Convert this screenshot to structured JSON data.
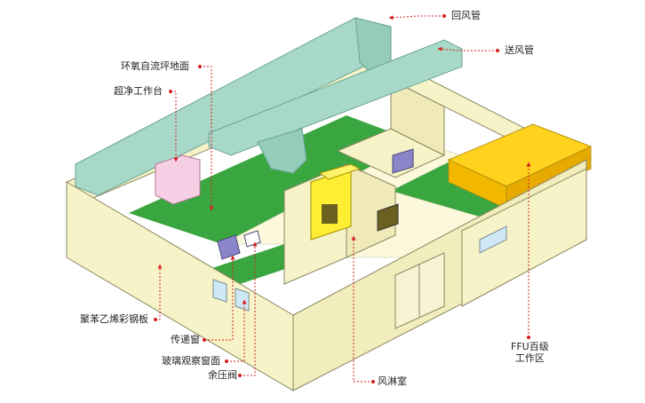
{
  "labels": {
    "return_duct": "回风管",
    "supply_duct": "送风管",
    "epoxy_floor": "环氧自流坪地面",
    "clean_bench": "超净工作台",
    "wall_panel": "聚苯乙烯彩钢板",
    "pass_box": "传递窗",
    "glass_window": "玻璃观察窗面",
    "pressure_valve": "余压阀",
    "air_shower": "风淋室",
    "ffu_area": "FFU百级\n工作区"
  },
  "colors": {
    "wall": "#f6f3c8",
    "wall_edge": "#8a8660",
    "floor": "#3aa640",
    "duct": "#a8d8c8",
    "ffu": "#ffd21e",
    "air_shower": "#ffee33",
    "clean_bench": "#f7cfe4",
    "callout": "#d81e1e"
  }
}
